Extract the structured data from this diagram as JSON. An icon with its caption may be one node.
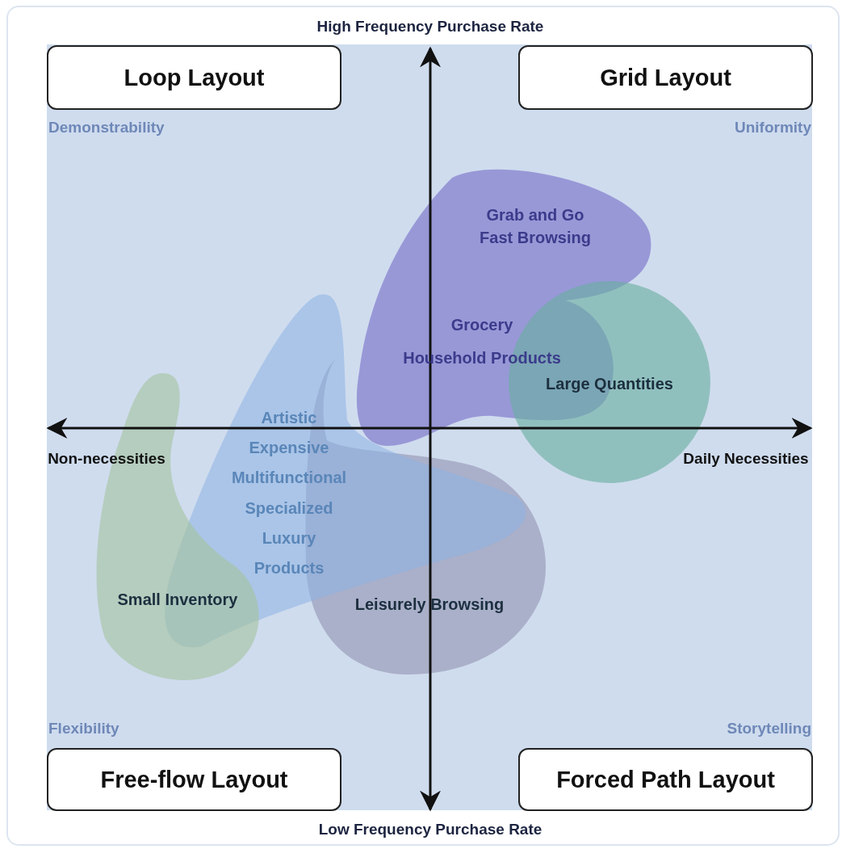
{
  "diagram": {
    "nodes": [
      {
        "text": [
          "Loop Layout"
        ],
        "beside": [
          "Demonstrability"
        ]
      },
      {
        "text": [
          "Grid Layout"
        ],
        "beside": [
          "Uniformity"
        ]
      },
      {
        "text": [
          "Free-flow Layout"
        ],
        "beside": [
          "Flexibility"
        ]
      },
      {
        "text": [
          "Forced Path Layout"
        ],
        "beside": [
          "Storytelling"
        ]
      },
      {
        "text": [
          "Grab and Go Fast Browsing",
          "Grocery",
          "Household Products"
        ]
      },
      {
        "text": [
          "Large Quantities"
        ]
      },
      {
        "text": [
          "Artistic Expensive Multifunctional Specialized Luxury Products"
        ]
      },
      {
        "text": [
          "Small Inventory"
        ]
      },
      {
        "text": [
          "Leisurely Browsing"
        ]
      }
    ],
    "labels": [
      "High Frequency Purchase Rate",
      "Non-necessities",
      "Daily Necessities",
      "Low Frequency Purchase Rate"
    ]
  }
}
